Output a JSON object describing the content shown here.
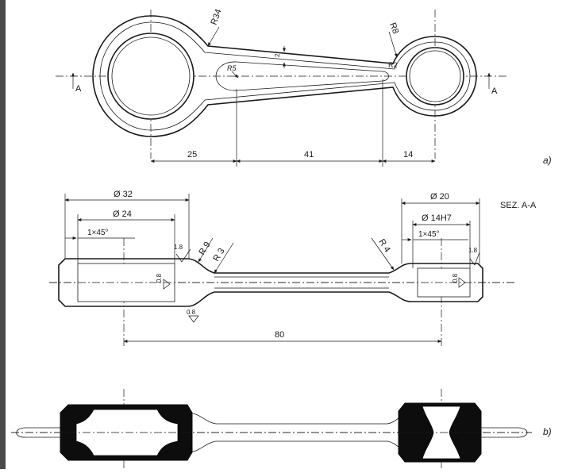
{
  "figure_a": {
    "radii": {
      "r34": "R34",
      "r8": "R8",
      "r5": "R5",
      "r2": "R2",
      "r2_small": "2"
    },
    "section_labels": {
      "left": "A",
      "right": "A"
    },
    "dims": {
      "d25": "25",
      "d41": "41",
      "d14": "14"
    },
    "caption": "a)"
  },
  "section_aa": {
    "title": "SEZ. A-A",
    "dims": {
      "dia32": "Ø 32",
      "dia24": "Ø 24",
      "chamfer_left": "1×45°",
      "dia20": "Ø 20",
      "dia14h7": "Ø 14H7",
      "chamfer_right": "1×45°",
      "r9": "R 9",
      "r3": "R 3",
      "r4": "R 4",
      "len80": "80"
    },
    "roughness": {
      "r1": "1.8",
      "r2": "0.8",
      "r3": "0.8",
      "r4": "1.8",
      "r5": "0.8"
    }
  },
  "figure_b": {
    "caption": "b)"
  }
}
